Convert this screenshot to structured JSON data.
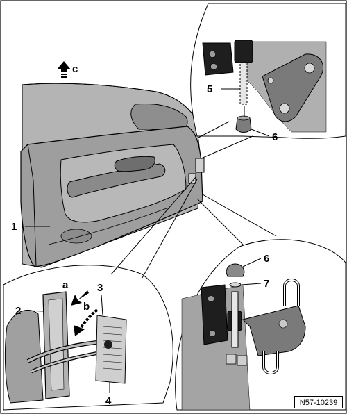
{
  "callouts": {
    "c1": "1",
    "c2": "2",
    "c3": "3",
    "c4": "4",
    "c5": "5",
    "c6_top": "6",
    "c6_bottom": "6",
    "c7": "7",
    "ca": "a",
    "cb": "b",
    "cc": "c"
  },
  "figure_ref": "N57-10239",
  "colors": {
    "panel": "#a8a8a8",
    "panel_dark": "#8c8c8c",
    "bracket": "#7a7a7a",
    "hinge_dark": "#1e1e1e",
    "outline": "#000000"
  }
}
